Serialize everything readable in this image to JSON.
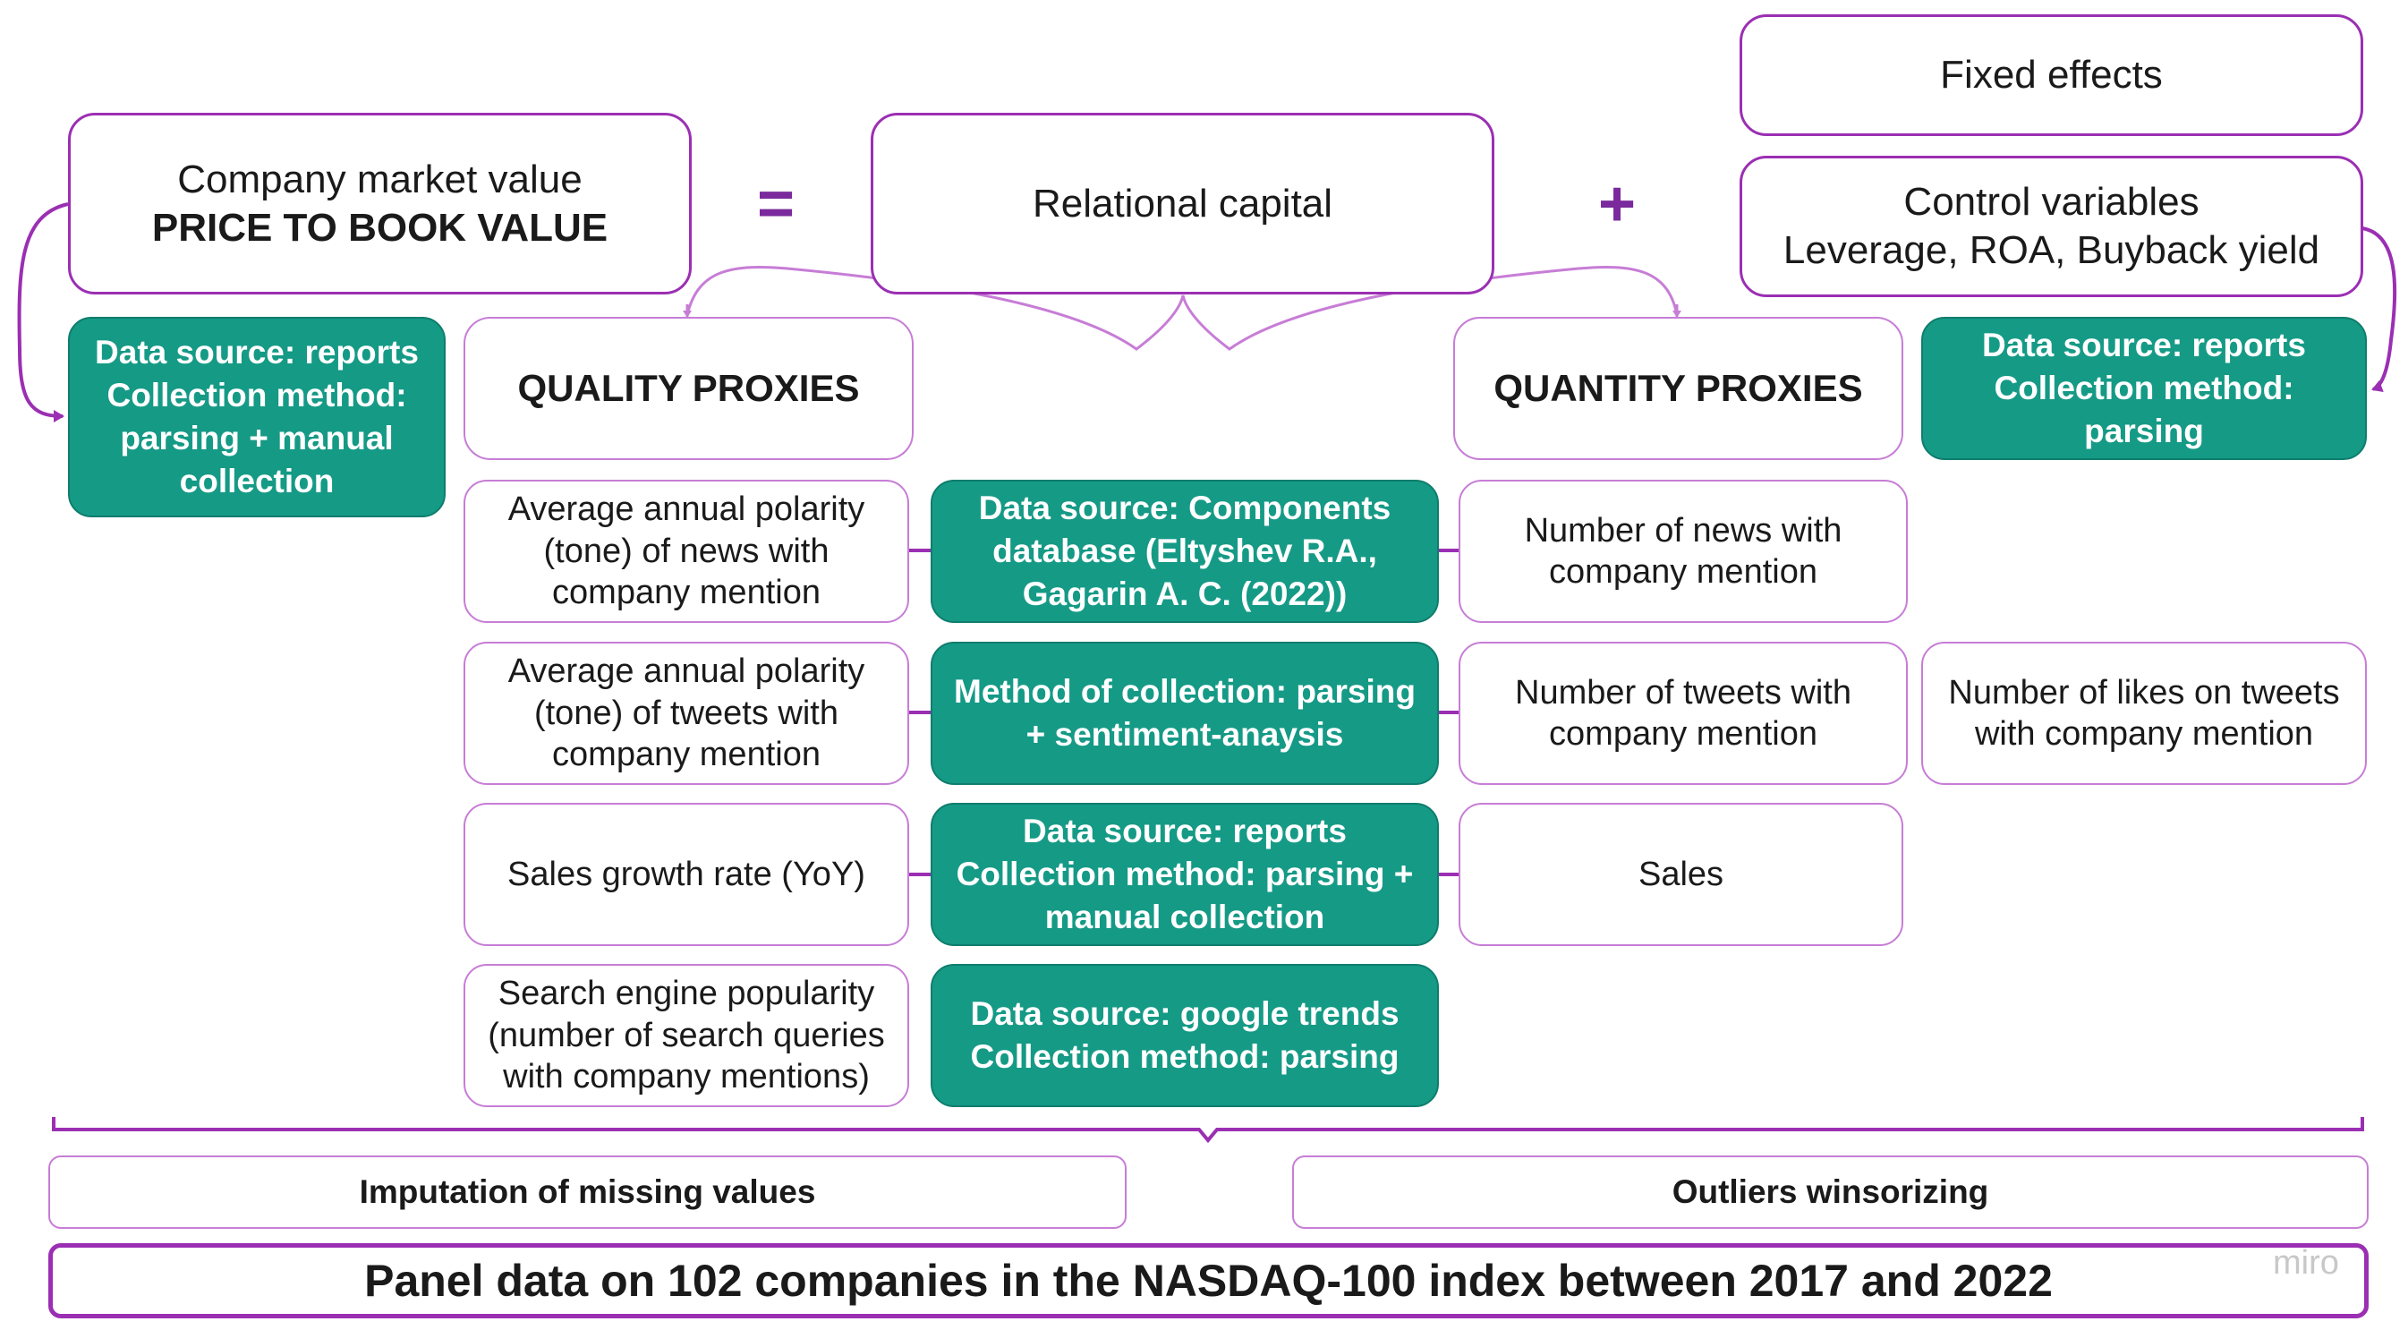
{
  "market_value": {
    "line1": "Company market value",
    "line2": "PRICE TO BOOK VALUE"
  },
  "relational_capital": "Relational capital",
  "fixed_effects": "Fixed effects",
  "control_variables": {
    "line1": "Control variables",
    "line2": "Leverage, ROA, Buyback yield"
  },
  "operators": {
    "equals": "=",
    "plus": "+"
  },
  "market_value_source": "Data source: reports Collection method: parsing + manual collection",
  "control_source": "Data source: reports Collection method: parsing",
  "quality_header": "QUALITY PROXIES",
  "quantity_header": "QUANTITY PROXIES",
  "quality_proxies": [
    "Average annual polarity (tone) of news with company mention",
    "Average annual polarity (tone) of tweets with company mention",
    "Sales growth rate (YoY)",
    "Search engine popularity (number of search queries with company mentions)"
  ],
  "sources": [
    "Data source: Components database (Eltyshev R.A., Gagarin A. C. (2022))",
    "Method of collection: parsing + sentiment-anaysis",
    "Data source: reports Collection method: parsing + manual collection",
    "Data source: google trends Collection method: parsing"
  ],
  "quantity_proxies": [
    "Number of news with company mention",
    "Number of tweets with company mention",
    "Sales"
  ],
  "likes_proxy": "Number of likes on tweets with company mention",
  "imputation": "Imputation of missing values",
  "outliers": "Outliers winsorizing",
  "panel": "Panel data on 102 companies in the NASDAQ-100 index between 2017 and 2022",
  "watermark": "miro",
  "colors": {
    "green": "#159a86",
    "purple": "#9b2fb3",
    "light_purple": "#c77dd6"
  }
}
